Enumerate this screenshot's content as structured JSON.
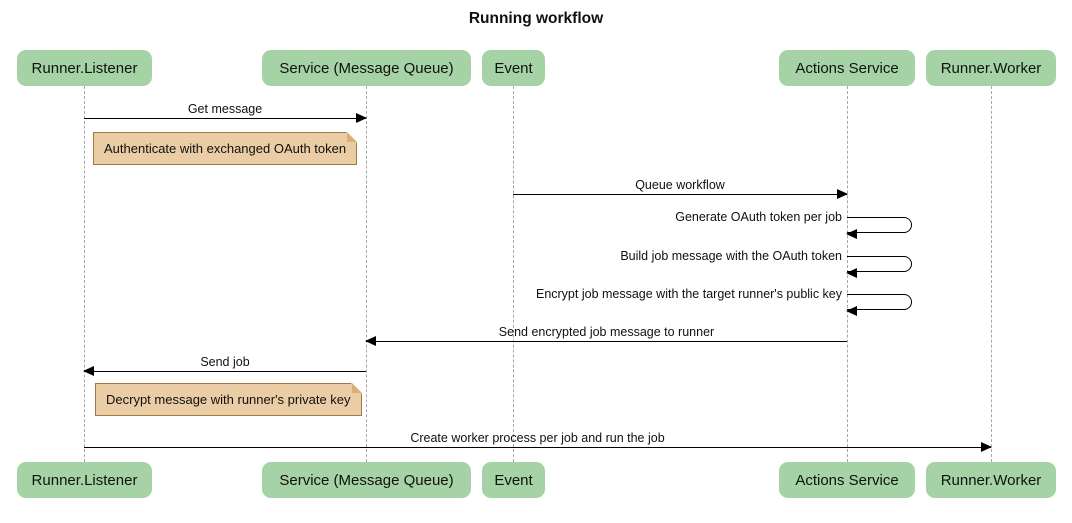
{
  "title": "Running workflow",
  "actors": [
    {
      "id": "runner-listener",
      "label": "Runner.Listener"
    },
    {
      "id": "service-message-queue",
      "label": "Service (Message Queue)"
    },
    {
      "id": "event",
      "label": "Event"
    },
    {
      "id": "actions-service",
      "label": "Actions Service"
    },
    {
      "id": "runner-worker",
      "label": "Runner.Worker"
    }
  ],
  "messages": [
    {
      "label": "Get message",
      "from": "Runner.Listener",
      "to": "Service (Message Queue)",
      "direction": "right"
    },
    {
      "label": "Queue workflow",
      "from": "Event",
      "to": "Actions Service",
      "direction": "right"
    },
    {
      "label": "Generate OAuth token per job",
      "from": "Actions Service",
      "to": "Actions Service",
      "direction": "self"
    },
    {
      "label": "Build job message with the OAuth token",
      "from": "Actions Service",
      "to": "Actions Service",
      "direction": "self"
    },
    {
      "label": "Encrypt job message with the target runner's public key",
      "from": "Actions Service",
      "to": "Actions Service",
      "direction": "self"
    },
    {
      "label": "Send encrypted job message to runner",
      "from": "Actions Service",
      "to": "Service (Message Queue)",
      "direction": "left"
    },
    {
      "label": "Send job",
      "from": "Service (Message Queue)",
      "to": "Runner.Listener",
      "direction": "left"
    },
    {
      "label": "Create worker process per job and run the job",
      "from": "Runner.Listener",
      "to": "Runner.Worker",
      "direction": "right"
    }
  ],
  "notes": [
    {
      "text": "Authenticate with exchanged OAuth token",
      "anchor": "Runner.Listener"
    },
    {
      "text": "Decrypt message with runner's private key",
      "anchor": "Runner.Listener"
    }
  ],
  "colors": {
    "actor_fill": "#a5d3a5",
    "note_fill": "#eacda4",
    "note_border": "#9e7a45",
    "lifeline": "#a6a6a6",
    "arrow": "#000000",
    "background": "#ffffff"
  }
}
